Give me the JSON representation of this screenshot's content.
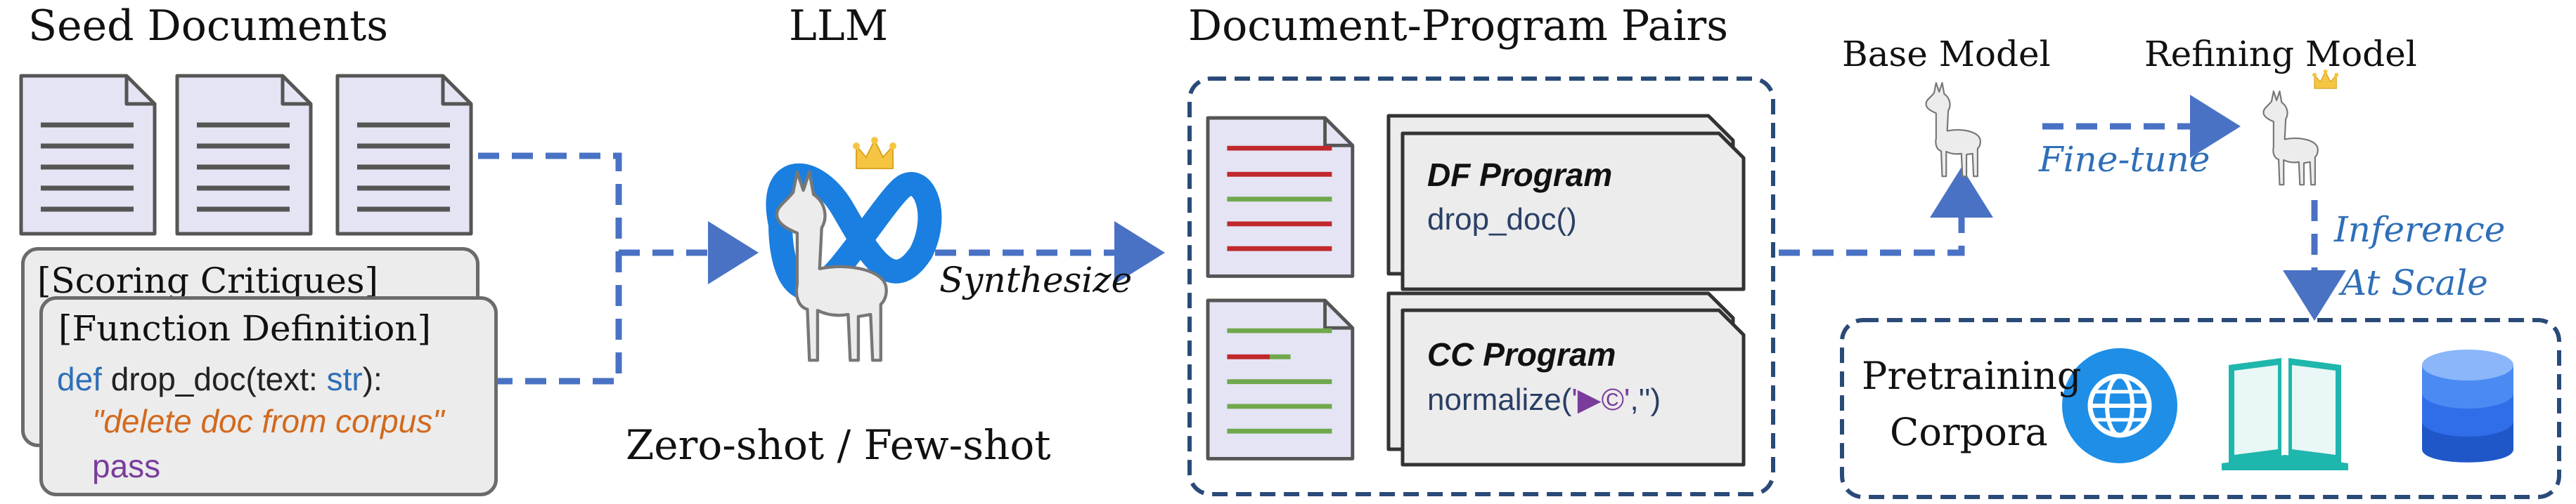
{
  "sections": {
    "seed_documents": "Seed  Documents",
    "llm": "LLM",
    "pairs": "Document-Program Pairs",
    "base_model": "Base Model",
    "refining_model": "Refining Model"
  },
  "cards": {
    "scoring_critiques": "[Scoring Critiques]",
    "function_definition": "[Function Definition]",
    "code_def": "def",
    "code_func": "drop_doc(text: ",
    "code_type": "str",
    "code_close": "):",
    "code_doc": "\"delete doc from corpus\"",
    "code_pass": "pass"
  },
  "labels": {
    "synthesize": "Synthesize",
    "zero_few_shot": "Zero-shot / Few-shot",
    "fine_tune": "Fine-tune",
    "inference": "Inference",
    "at_scale": "At  Scale"
  },
  "programs": {
    "df_title": "DF Program",
    "df_code": "drop_doc()",
    "cc_title": "CC Program",
    "cc_code_prefix": "normalize(",
    "cc_code_arg": "'▶©'",
    "cc_code_suffix": ",'')"
  },
  "corpora": {
    "line1": "Pretraining",
    "line2": "Corpora"
  },
  "colors": {
    "arrow_blue": "#4a72c4",
    "frame_navy": "#2a4a78",
    "italic_blue": "#2f6fb8",
    "doc_fill": "#e4e4f4",
    "red_line": "#c0282c",
    "green_line": "#70a84c",
    "code_blue": "#2d6fb8",
    "code_orange": "#d2691e",
    "code_purple": "#7a3c9c",
    "globe_blue": "#1e8ee6",
    "book_teal": "#1fb6ad",
    "db_blue": "#2f6ee8"
  },
  "icons": [
    "document-icon",
    "llama-icon",
    "meta-logo-icon",
    "crown-icon",
    "globe-icon",
    "book-icon",
    "database-icon"
  ]
}
